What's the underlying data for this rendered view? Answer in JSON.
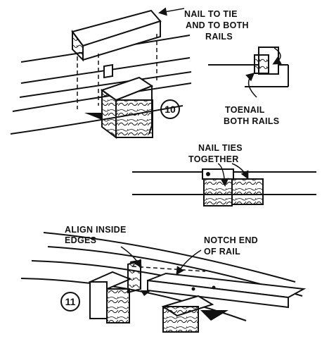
{
  "figure_10": {
    "number": "10",
    "label_nail_to_tie": [
      "NAIL TO TIE",
      "AND TO BOTH",
      "RAILS"
    ],
    "label_toenail": [
      "TOENAIL",
      "BOTH RAILS"
    ]
  },
  "detail_nail_ties": {
    "label": [
      "NAIL TIES",
      "TOGETHER"
    ]
  },
  "figure_11": {
    "number": "11",
    "label_align": [
      "ALIGN INSIDE",
      "EDGES"
    ],
    "label_notch": [
      "NOTCH END",
      "OF RAIL"
    ]
  },
  "colors": {
    "ink": "#111111",
    "paper": "#ffffff"
  }
}
